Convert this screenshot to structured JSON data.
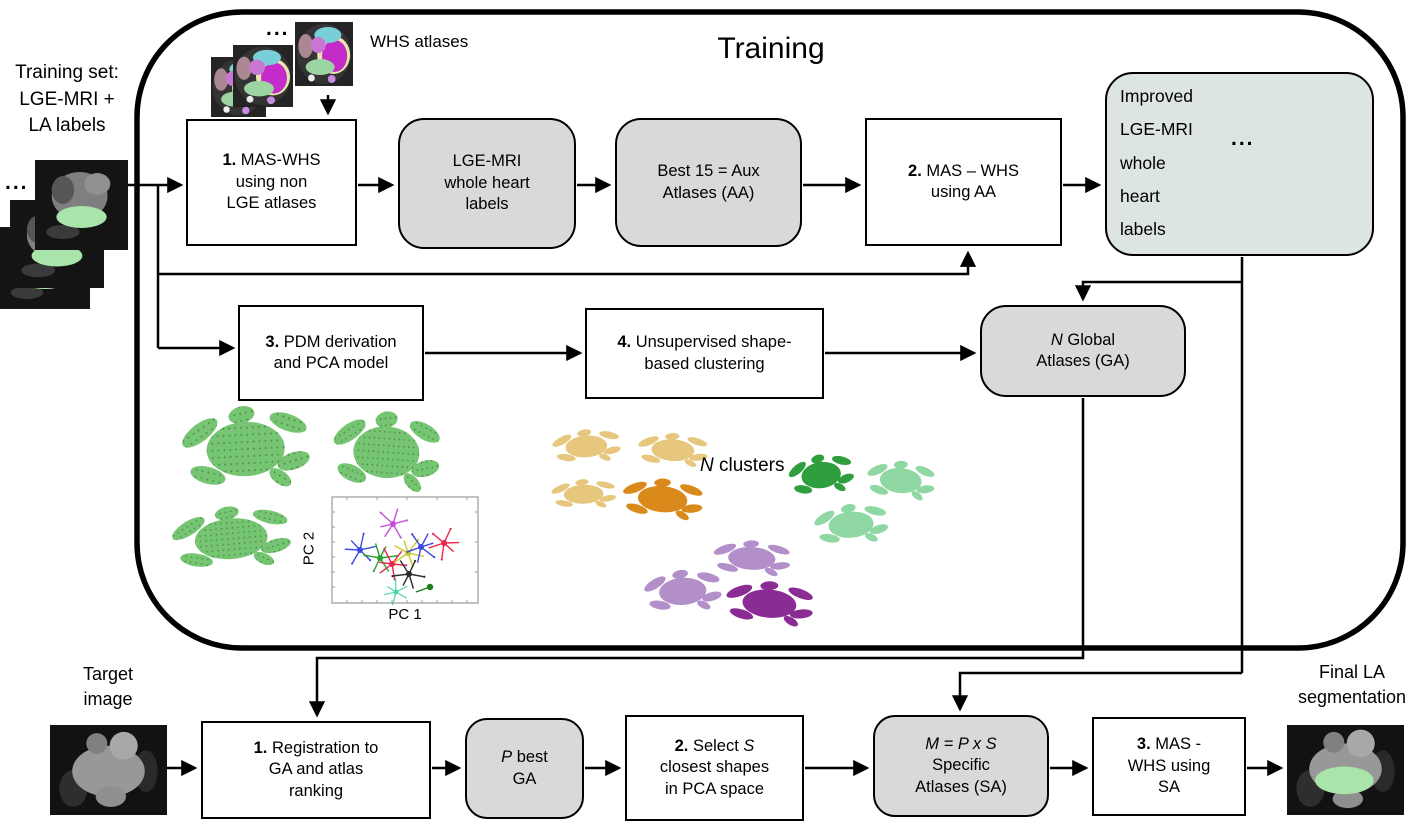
{
  "training": {
    "title": "Training",
    "input_caption": "Training set:\nLGE-MRI +\nLA labels",
    "input_ellipsis": "...",
    "whs_label": "WHS atlases",
    "whs_ellipsis": "...",
    "step1": {
      "num": "1.",
      "text": " MAS-WHS\nusing non\nLGE atlases"
    },
    "lge_labels": "LGE-MRI\nwhole heart\nlabels",
    "best15": "Best 15 = Aux\nAtlases (AA)",
    "step2": {
      "num": "2.",
      "text": " MAS – WHS\nusing AA"
    },
    "improved": {
      "text": "Improved\nLGE-MRI\nwhole\nheart\nlabels",
      "ellipsis": "..."
    },
    "step3": {
      "num": "3.",
      "text": " PDM derivation\nand PCA model"
    },
    "step4": {
      "num": "4.",
      "text": " Unsupervised shape-\nbased clustering"
    },
    "global_atlases": {
      "var": "N",
      "text": " Global\nAtlases (GA)"
    },
    "n_clusters": {
      "var": "N",
      "text": " clusters"
    },
    "pca_plot": {
      "x_label": "PC 1",
      "y_label": "PC 2"
    }
  },
  "testing": {
    "target_caption": "Target\nimage",
    "step1": {
      "num": "1.",
      "text": " Registration to\nGA and atlas\nranking"
    },
    "p_best": {
      "var": "P",
      "text": " best\nGA"
    },
    "step2": {
      "num": "2.",
      "mid": " Select ",
      "var": "S",
      "text": "\nclosest shapes\nin PCA space"
    },
    "specific_atlases": {
      "var": "M = P x S",
      "text": "\nSpecific\nAtlases (SA)"
    },
    "step3": {
      "num": "3.",
      "text": " MAS -\nWHS using\nSA"
    },
    "final_caption": "Final LA\nsegmentation"
  },
  "colors": {
    "box_gray": "#d9d9d9",
    "improved_fill": "#dde5e0",
    "mesh_green": "#76c573",
    "cluster_yellow": "#e6c77d",
    "cluster_orange": "#d98a1a",
    "cluster_dark_green": "#2f9e3c",
    "cluster_light_green": "#8fd8a4",
    "cluster_light_purple": "#b28fc9",
    "cluster_dark_purple": "#8b2b94",
    "la_label_green": "#a9e4ab",
    "atlas_magenta": "#c32cc9",
    "atlas_cyan": "#79cfd8",
    "atlas_cream": "#ece6ae"
  }
}
